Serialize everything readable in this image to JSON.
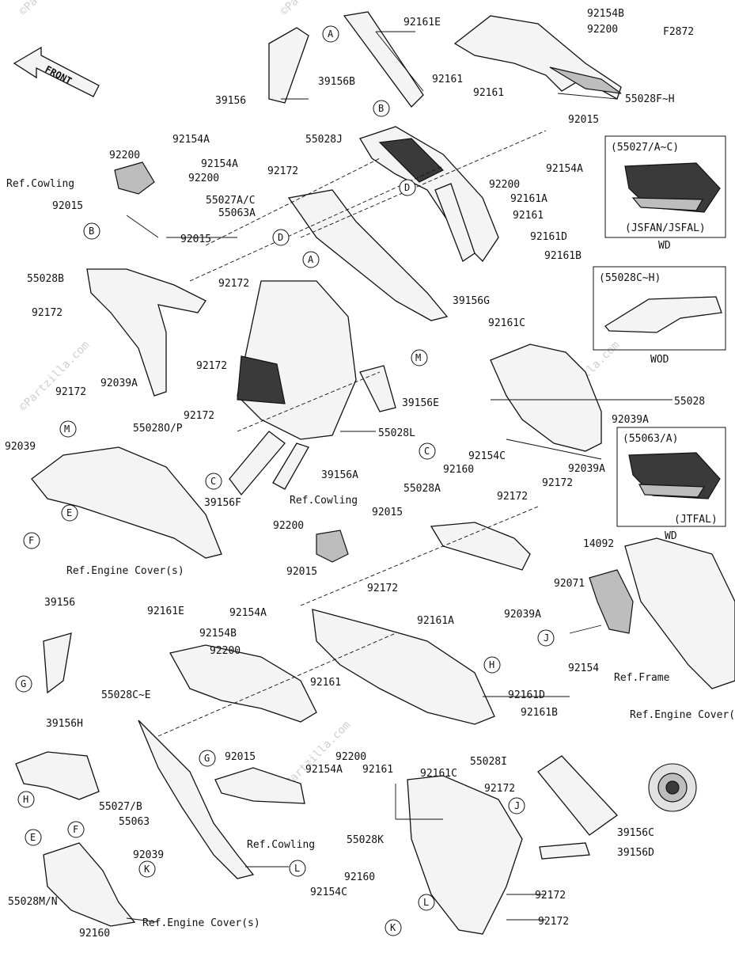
{
  "figure_code": "F2872",
  "front_label": "FRONT",
  "watermark": "©Partzilla.com",
  "insets": [
    {
      "id": "inset-55027",
      "title": "(55027/A~C)",
      "variant": "(JSFAN/JSFAL)",
      "sub": "WD"
    },
    {
      "id": "inset-55028",
      "title": "(55028C~H)",
      "variant": "",
      "sub": "WOD"
    },
    {
      "id": "inset-55063",
      "title": "(55063/A)",
      "variant": "(JTFAL)",
      "sub": "WD"
    }
  ],
  "callouts": [
    "A",
    "A",
    "B",
    "B",
    "C",
    "C",
    "D",
    "D",
    "E",
    "E",
    "F",
    "F",
    "G",
    "G",
    "H",
    "H",
    "J",
    "J",
    "K",
    "K",
    "L",
    "L",
    "M",
    "M"
  ],
  "labels": [
    "39156",
    "39156B",
    "92161E",
    "92154B",
    "92200",
    "55028F~H",
    "92161",
    "92161",
    "92015",
    "55028J",
    "92154A",
    "92200",
    "92172",
    "92161A",
    "92161",
    "92161D",
    "92161B",
    "39156G",
    "92161C",
    "Ref.Cowling",
    "92154A",
    "92200",
    "92154A",
    "92200",
    "92015",
    "92015",
    "55027A/C",
    "55063A",
    "55028B",
    "92172",
    "92172",
    "92172",
    "92039A",
    "92172",
    "92172",
    "55028",
    "92039A",
    "92039A",
    "39156E",
    "55028L",
    "92154C",
    "92160",
    "92039",
    "55028O/P",
    "39156A",
    "39156F",
    "Ref.Cowling",
    "55028A",
    "92172",
    "92172",
    "92015",
    "92200",
    "92015",
    "92154A",
    "Ref.Engine Cover(s)",
    "14092",
    "92071",
    "92154",
    "Ref.Frame",
    "39156",
    "92161E",
    "92154B",
    "92200",
    "92172",
    "92161A",
    "92039A",
    "55028C~E",
    "92161",
    "92161D",
    "92161B",
    "39156H",
    "92015",
    "92200",
    "92154A",
    "92161",
    "55028I",
    "92161C",
    "Ref.Engine Cover(s)",
    "55027/B",
    "55063",
    "Ref.Cowling",
    "92172",
    "92039",
    "55028K",
    "39156C",
    "39156D",
    "92172",
    "92172",
    "92154C",
    "92160",
    "92160",
    "55028M/N",
    "Ref.Engine Cover(s)"
  ]
}
